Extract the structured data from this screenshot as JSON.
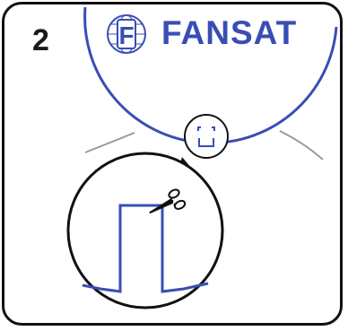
{
  "step": {
    "number": "2"
  },
  "brand": {
    "name": "FANSAT",
    "logo_letter": "F"
  },
  "icons": {
    "fan_edge": "fan-edge-cutout-icon",
    "scissors": "scissors-icon",
    "pointer": "pointer-triangle-icon"
  },
  "colors": {
    "brand_blue": "#3a4db5",
    "outline": "#111111",
    "sketch_gray": "#9a9a9a",
    "background": "#ffffff"
  }
}
